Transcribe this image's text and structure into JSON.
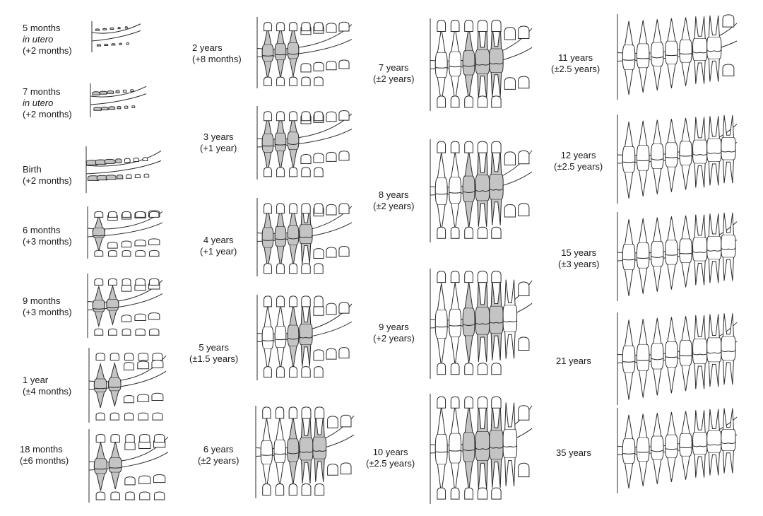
{
  "stages": [
    {
      "id": "5m-utero",
      "lines": [
        "5 months",
        "in utero",
        "(+2 months)"
      ]
    },
    {
      "id": "7m-utero",
      "lines": [
        "7 months",
        "in utero",
        "(+2 months)"
      ]
    },
    {
      "id": "birth",
      "lines": [
        "Birth",
        "(+2 months)"
      ]
    },
    {
      "id": "6m",
      "lines": [
        "6 months",
        "(+3 months)"
      ]
    },
    {
      "id": "9m",
      "lines": [
        "9 months",
        "(+3 months)"
      ]
    },
    {
      "id": "1y",
      "lines": [
        "1 year",
        "(±4 months)"
      ]
    },
    {
      "id": "18m",
      "lines": [
        "18 months",
        "(±6 months)"
      ]
    },
    {
      "id": "2y",
      "lines": [
        "2 years",
        "(+8 months)"
      ]
    },
    {
      "id": "3y",
      "lines": [
        "3 years",
        "(+1 year)"
      ]
    },
    {
      "id": "4y",
      "lines": [
        "4 years",
        "(+1 year)"
      ]
    },
    {
      "id": "5y",
      "lines": [
        "5 years",
        "(±1.5 years)"
      ]
    },
    {
      "id": "6y",
      "lines": [
        "6 years",
        "(±2 years)"
      ]
    },
    {
      "id": "7y",
      "lines": [
        "7 years",
        "(±2 years)"
      ]
    },
    {
      "id": "8y",
      "lines": [
        "8 years",
        "(±2 years)"
      ]
    },
    {
      "id": "9y",
      "lines": [
        "9 years",
        "(+2 years)"
      ]
    },
    {
      "id": "10y",
      "lines": [
        "10 years",
        "(±2.5 years)"
      ]
    },
    {
      "id": "11y",
      "lines": [
        "11 years",
        "(±2.5 years)"
      ]
    },
    {
      "id": "12y",
      "lines": [
        "12 years",
        "(±2.5 years)"
      ]
    },
    {
      "id": "15y",
      "lines": [
        "15 years",
        "(±3 years)"
      ]
    },
    {
      "id": "21y",
      "lines": [
        "21 years"
      ]
    },
    {
      "id": "35y",
      "lines": [
        "35 years"
      ]
    }
  ],
  "colors": {
    "line": "#2b2b2b",
    "shade": "#c4c4c4",
    "paper": "#ffffff"
  },
  "icons": [
    "dental-arch-illustration"
  ]
}
